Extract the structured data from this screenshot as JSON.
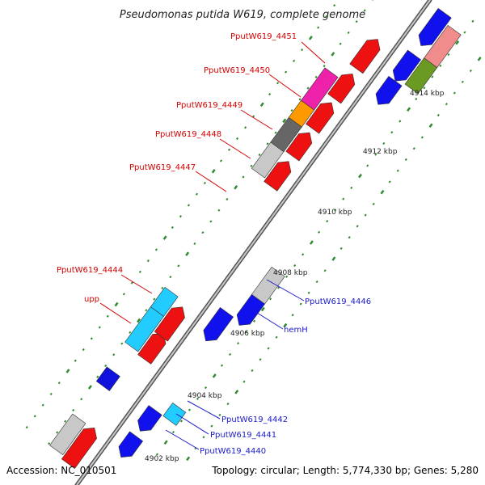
{
  "title": "Pseudomonas putida W619, complete genome",
  "footer": {
    "accession": "Accession: NC_010501",
    "topology": "Topology: circular; Length: 5,774,330 bp; Genes: 5,280"
  },
  "colors": {
    "backbone": "#777777",
    "tick_dots": "#2e8b2e",
    "label_red": "#d40000",
    "label_blue": "#1a1acc"
  },
  "kbp_ticks": [
    "4902 kbp",
    "4904 kbp",
    "4906 kbp",
    "4908 kbp",
    "4910 kbp",
    "4912 kbp",
    "4914 kbp"
  ],
  "gene_labels_left": [
    "PputW619_4451",
    "PputW619_4450",
    "PputW619_4449",
    "PputW619_4448",
    "PputW619_4447",
    "PputW619_4444",
    "upp"
  ],
  "gene_labels_right": [
    "PputW619_4446",
    "hemH",
    "PputW619_4442",
    "PputW619_4441",
    "PputW619_4440"
  ]
}
